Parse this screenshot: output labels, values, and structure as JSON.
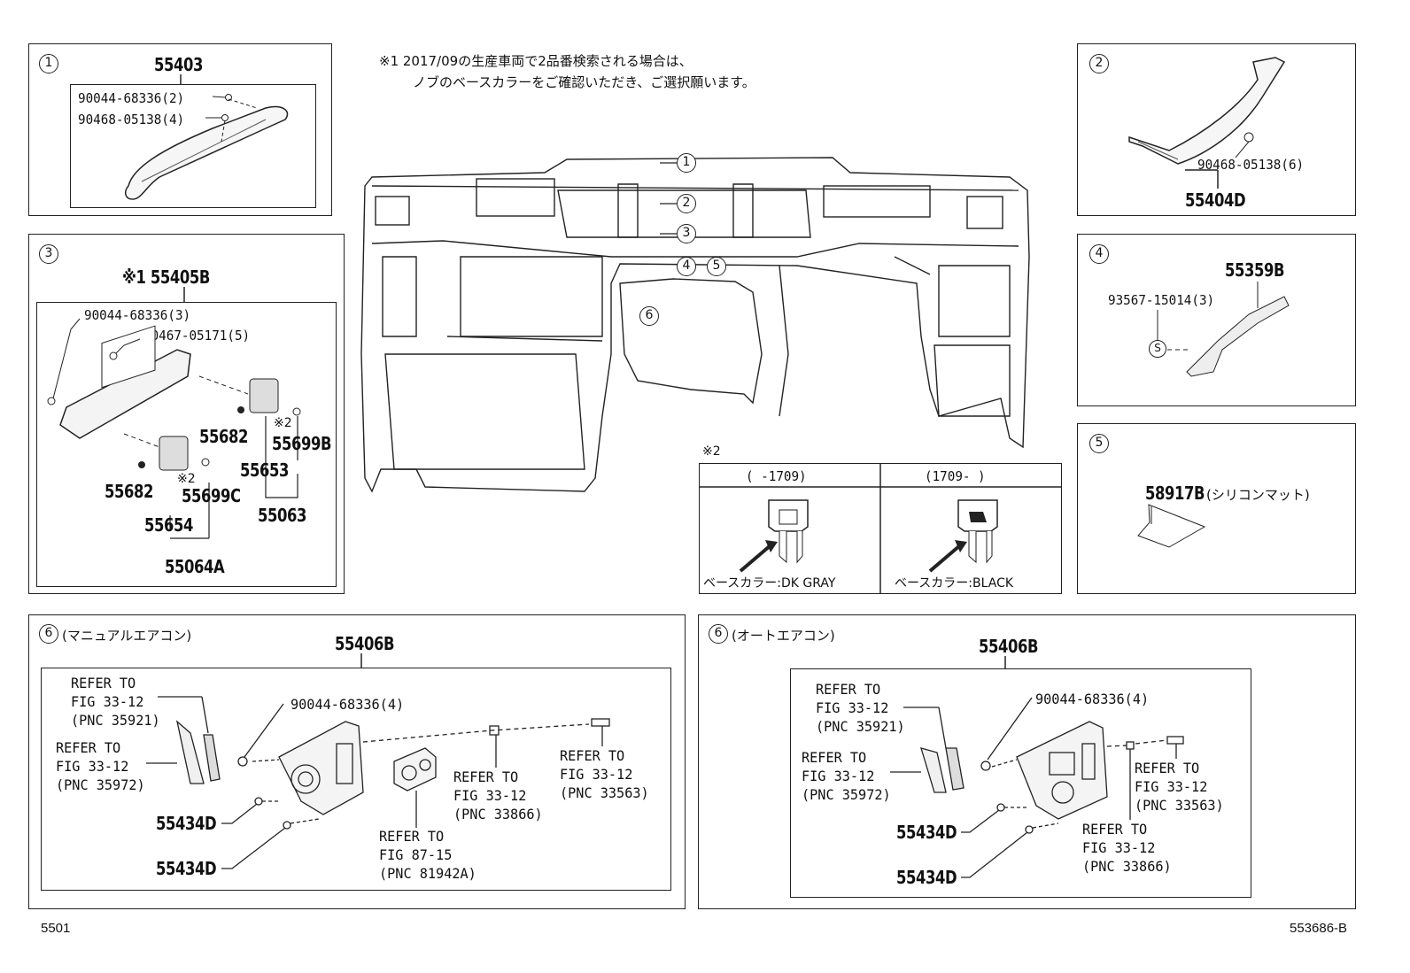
{
  "note": {
    "line1": "※1 2017/09の生産車両で2品番検索される場合は、",
    "line2": "ノブのベースカラーをご確認いただき、ご選択願います。"
  },
  "box1": {
    "num": "1",
    "title": "55403",
    "fastener1": "90044-68336(2)",
    "fastener2": "90468-05138(4)"
  },
  "box2": {
    "num": "2",
    "fastener": "90468-05138(6)",
    "part": "55404D"
  },
  "box3": {
    "num": "3",
    "title": "※1 55405B",
    "fastener1": "90044-68336(3)",
    "fastener2": "90467-05171(5)",
    "p55682a": "55682",
    "p55682b": "55682",
    "note2a": "※2",
    "p55699b": "55699B",
    "note2b": "※2",
    "p55699c": "55699C",
    "p55653": "55653",
    "p55063": "55063",
    "p55654": "55654",
    "p55064a": "55064A"
  },
  "box4": {
    "num": "4",
    "part": "55359B",
    "fastener": "93567-15014(3)",
    "s_mark": "S"
  },
  "box5": {
    "num": "5",
    "part": "58917B",
    "part_note": "(シリコンマット)"
  },
  "main": {
    "callouts": [
      "1",
      "2",
      "3",
      "4",
      "5",
      "6"
    ]
  },
  "knob": {
    "mark": "※2",
    "col1_header": "(  -1709)",
    "col2_header": "(1709-  )",
    "col1_label": "ベースカラー:DK GRAY",
    "col2_label": "ベースカラー:BLACK"
  },
  "box6m": {
    "num": "6",
    "label": "(マニュアルエアコン)",
    "title": "55406B",
    "ref_a": "REFER TO\nFIG 33-12\n(PNC 35921)",
    "ref_b": "REFER TO\nFIG 33-12\n(PNC 35972)",
    "fastener": "90044-68336(4)",
    "ref_c": "REFER TO\nFIG 33-12\n(PNC 33866)",
    "ref_d": "REFER TO\nFIG 33-12\n(PNC 33563)",
    "ref_e": "REFER TO\nFIG 87-15\n(PNC 81942A)",
    "p1": "55434D",
    "p2": "55434D"
  },
  "box6a": {
    "num": "6",
    "label": "(オートエアコン)",
    "title": "55406B",
    "ref_a": "REFER TO\nFIG 33-12\n(PNC 35921)",
    "ref_b": "REFER TO\nFIG 33-12\n(PNC 35972)",
    "fastener": "90044-68336(4)",
    "ref_d": "REFER TO\nFIG 33-12\n(PNC 33563)",
    "ref_c": "REFER TO\nFIG 33-12\n(PNC 33866)",
    "p1": "55434D",
    "p2": "55434D"
  },
  "footer": {
    "left": "5501",
    "right": "553686-B"
  }
}
